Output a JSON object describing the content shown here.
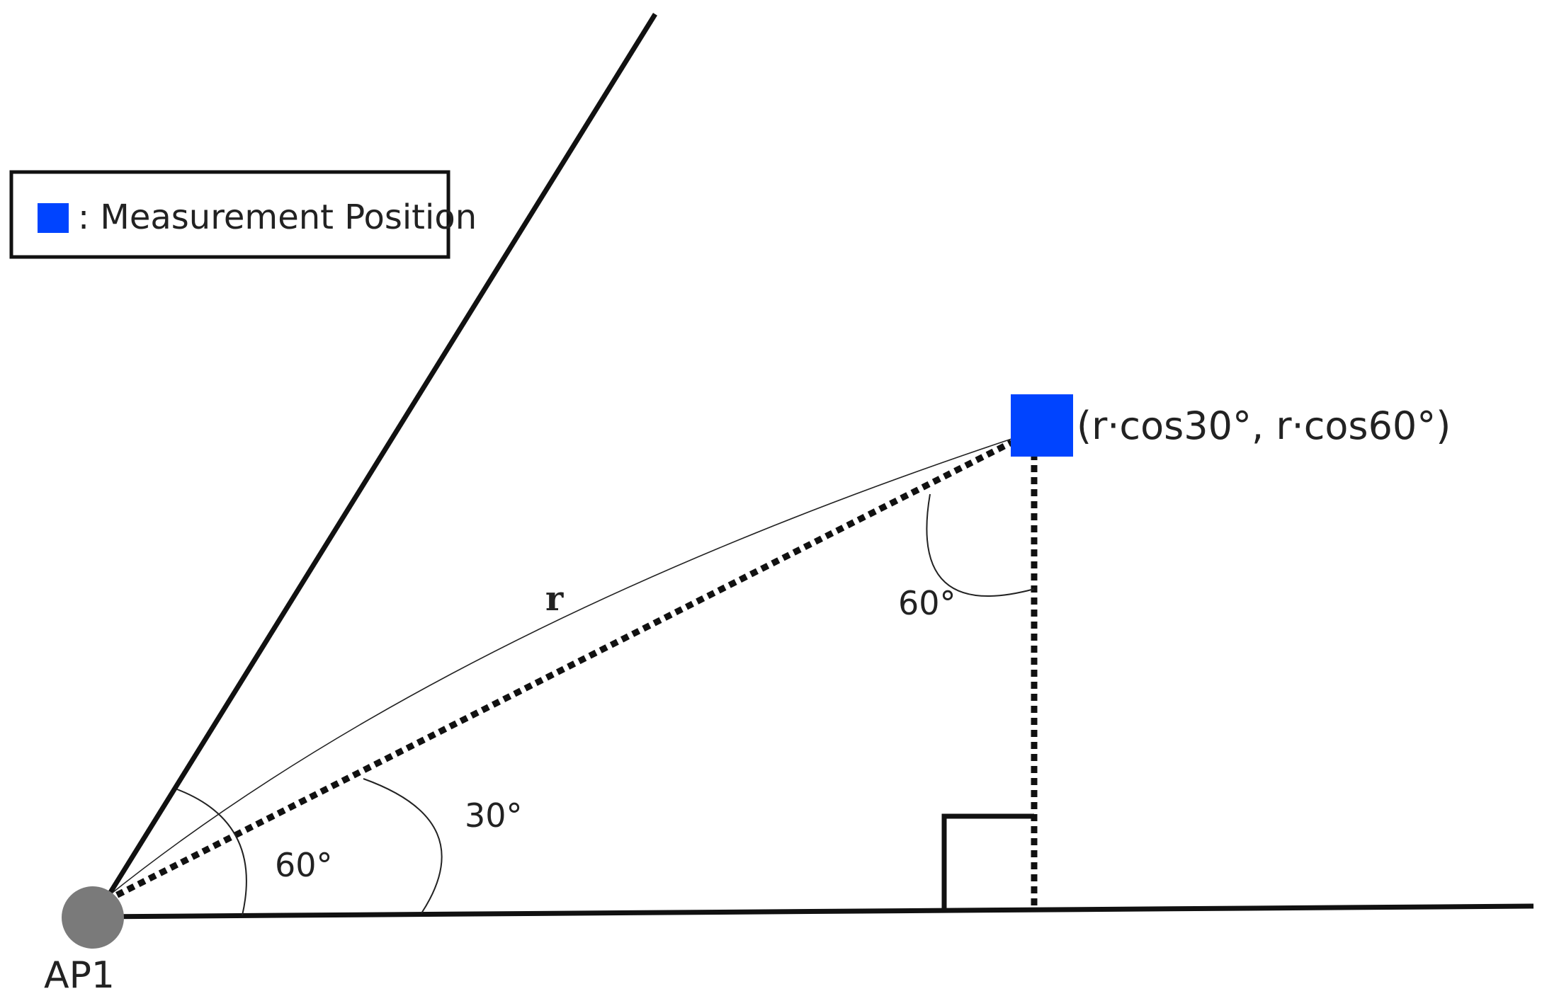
{
  "legend": {
    "label": ": Measurement Position"
  },
  "access_point": {
    "label": "AP1",
    "color": "#7a7a7a"
  },
  "measurement": {
    "coordinate_label": "(r·cos30°, r·cos60°)",
    "color": "#0044ff"
  },
  "distance": {
    "label": "r"
  },
  "angles": {
    "sector": "60°",
    "elevation": "30°",
    "top": "60°"
  }
}
